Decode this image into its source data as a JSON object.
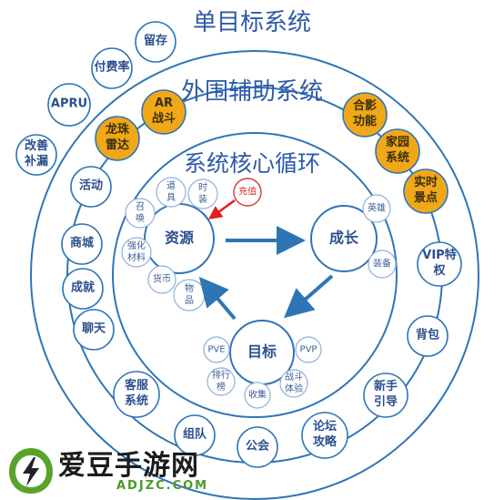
{
  "titles": {
    "outer": "单目标系统",
    "middle": "外围辅助系统",
    "core": "系统核心循环"
  },
  "outer_ring": {
    "retention": "留存",
    "pay_rate": "付费率",
    "apru": "APRU",
    "improve_supplement": "改善\n补漏",
    "activity": "活动",
    "mall": "商城",
    "achievement": "成就",
    "chat": "聊天",
    "customer_service": "客服\n系统",
    "team": "组队",
    "guild": "公会",
    "forum_guide": "论坛\n攻略",
    "newbie_guide": "新手\n引导",
    "backpack": "背包",
    "vip": "VIP特\n权"
  },
  "middle_ring": {
    "ar_battle": "AR\n战斗",
    "dragon_radar": "龙珠\n雷达",
    "group_photo": "合影\n功能",
    "homeland": "家园\n系统",
    "live_sights": "实时\n景点"
  },
  "core_loop": {
    "resource": "资源",
    "growth": "成长",
    "goal": "目标",
    "resource_items": {
      "summon": "召\n唤",
      "props": "道\n具",
      "fashion": "时\n装",
      "recharge": "充值",
      "enhance_material": "强化\n材料",
      "currency": "货币",
      "items": "物\n品"
    },
    "growth_items": {
      "hero": "英雄",
      "equipment": "装备"
    },
    "goal_items": {
      "pve": "PVE",
      "pvp": "PVP",
      "leaderboard": "排行\n榜",
      "collect": "收集",
      "battle_experience": "战斗\n体验"
    }
  },
  "watermark": {
    "name": "爱豆手游网",
    "url": "ADJZC.COM"
  },
  "colors": {
    "ring_stroke": "#2e75b6",
    "gold_fill": "#f0a818",
    "gold_stroke": "#2e75b6",
    "arrow": "#2e75b6",
    "recharge_arrow": "#e02020",
    "bubble_stroke": "#8fb0dc",
    "logo_green": "#5aa32a"
  }
}
